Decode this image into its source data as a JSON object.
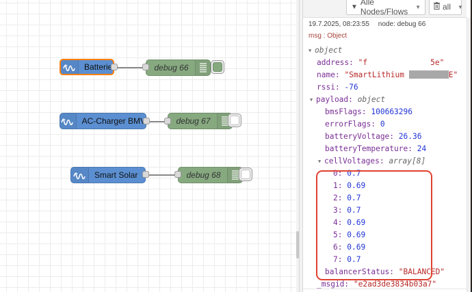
{
  "workspace": {
    "flows": [
      {
        "source": {
          "label": "Batterie",
          "icon": "victron-wave-icon",
          "selected": true
        },
        "debug": {
          "label": "debug 66",
          "active": true
        }
      },
      {
        "source": {
          "label": "AC-Charger BMV",
          "icon": "victron-wave-icon",
          "selected": false
        },
        "debug": {
          "label": "debug 67",
          "active": false
        }
      },
      {
        "source": {
          "label": "Smart Solar",
          "icon": "victron-wave-icon",
          "selected": false
        },
        "debug": {
          "label": "debug 68",
          "active": false
        }
      }
    ]
  },
  "sidebar": {
    "filter_button": {
      "icon": "filter-icon",
      "label": "Alle Nodes/Flows"
    },
    "clear_button": {
      "icon": "trash-icon",
      "label": "all"
    },
    "message": {
      "timestamp": "19.7.2025, 08:23:55",
      "node": "node: debug 66",
      "type": "msg : Object",
      "root_label": "object",
      "address_key": "address",
      "address_start": "\"f",
      "address_end": "5e\"",
      "name_key": "name",
      "name_start": "\"SmartLithium ",
      "name_end": "E\"",
      "rssi_key": "rssi",
      "rssi": "-76",
      "payload_key": "payload",
      "payload_type": "object",
      "payload": {
        "bmsFlags": {
          "key": "bmsFlags",
          "value": "100663296"
        },
        "errorFlags": {
          "key": "errorFlags",
          "value": "0"
        },
        "batteryVoltage": {
          "key": "batteryVoltage",
          "value": "26.36"
        },
        "batteryTemperature": {
          "key": "batteryTemperature",
          "value": "24"
        },
        "cellVoltages": {
          "key": "cellVoltages",
          "type": "array[8]",
          "items": [
            {
              "index": "0",
              "value": "0.7"
            },
            {
              "index": "1",
              "value": "0.69"
            },
            {
              "index": "2",
              "value": "0.7"
            },
            {
              "index": "3",
              "value": "0.7"
            },
            {
              "index": "4",
              "value": "0.69"
            },
            {
              "index": "5",
              "value": "0.69"
            },
            {
              "index": "6",
              "value": "0.69"
            },
            {
              "index": "7",
              "value": "0.7"
            }
          ]
        },
        "balancerStatus": {
          "key": "balancerStatus",
          "value": "\"BALANCED\""
        }
      },
      "msgid_key": "_msgid",
      "msgid": "\"e2ad3de3834b03a7\""
    },
    "highlight_color": "#e0412f"
  }
}
